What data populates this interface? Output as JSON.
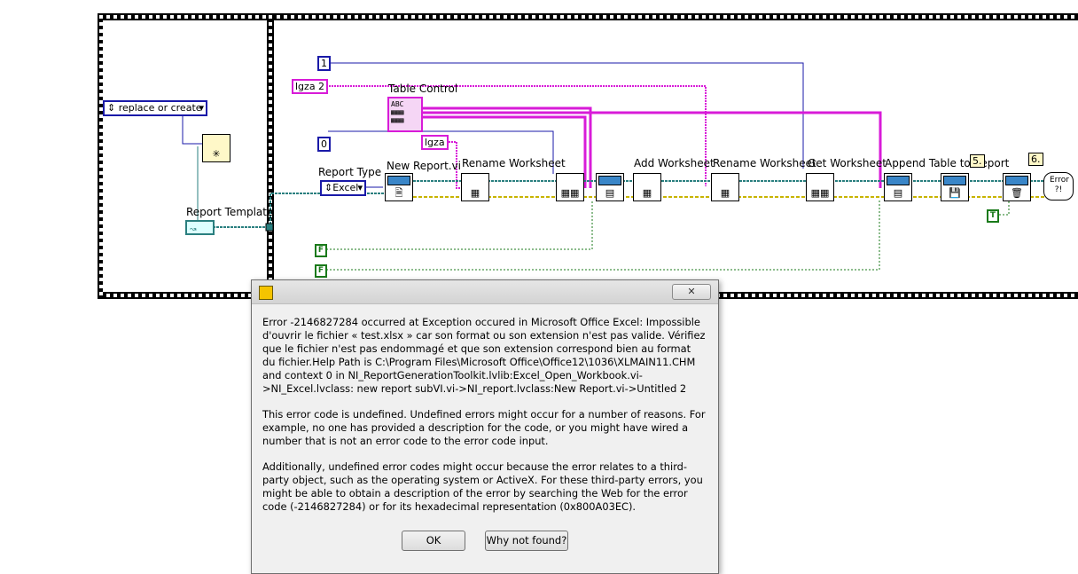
{
  "diagram": {
    "report_template_label": "Report Template",
    "ring_replace_or_create": "replace or create",
    "const_one": "1",
    "const_zero": "0",
    "str_lgza2": "lgza 2",
    "str_lgza": "lgza",
    "table_control_label": "Table Control",
    "report_type_label": "Report Type",
    "report_type_value": "Excel",
    "bool_f_1": "F",
    "bool_f_2": "F",
    "bool_t": "T",
    "nodes": {
      "new_report": "New Report.vi",
      "rename_worksheet_1": "Rename Worksheet",
      "add_worksheet": "Add Worksheet",
      "rename_worksheet_2": "Rename Worksheet",
      "get_worksheet": "Get Worksheet",
      "append_table": "Append Table to Report"
    },
    "step_5": "5.",
    "step_6": "6.",
    "error_icon_text": "Error ?!"
  },
  "dialog": {
    "close_label": "✕",
    "paragraph_1": "Error -2146827284 occurred at Exception occured in Microsoft Office Excel: Impossible d'ouvrir le fichier « test.xlsx » car son format ou son extension n'est pas valide. Vérifiez que le fichier n'est pas endommagé et que son extension correspond bien au format du fichier.Help Path is C:\\Program Files\\Microsoft Office\\Office12\\1036\\XLMAIN11.CHM and context 0 in NI_ReportGenerationToolkit.lvlib:Excel_Open_Workbook.vi->NI_Excel.lvclass: new report subVI.vi->NI_report.lvclass:New Report.vi->Untitled 2",
    "paragraph_2": "This error code is undefined. Undefined errors might occur for a number of reasons. For example, no one has provided a description for the code, or you might have wired a number that is not an error code to the error code input.",
    "paragraph_3": "Additionally, undefined error codes might occur because the error relates to a third-party object, such as the operating system or ActiveX. For these third-party errors, you might be able to obtain a description of the error by searching the Web for the error code (-2146827284) or for its hexadecimal representation (0x800A03EC).",
    "ok_label": "OK",
    "why_label": "Why not found?"
  },
  "colors": {
    "wire_blue": "#1a1aa8",
    "wire_pink": "#d81bd8",
    "wire_teal": "#2a7f7f",
    "wire_yellow": "#c8b400",
    "wire_green": "#1a7a1a"
  }
}
